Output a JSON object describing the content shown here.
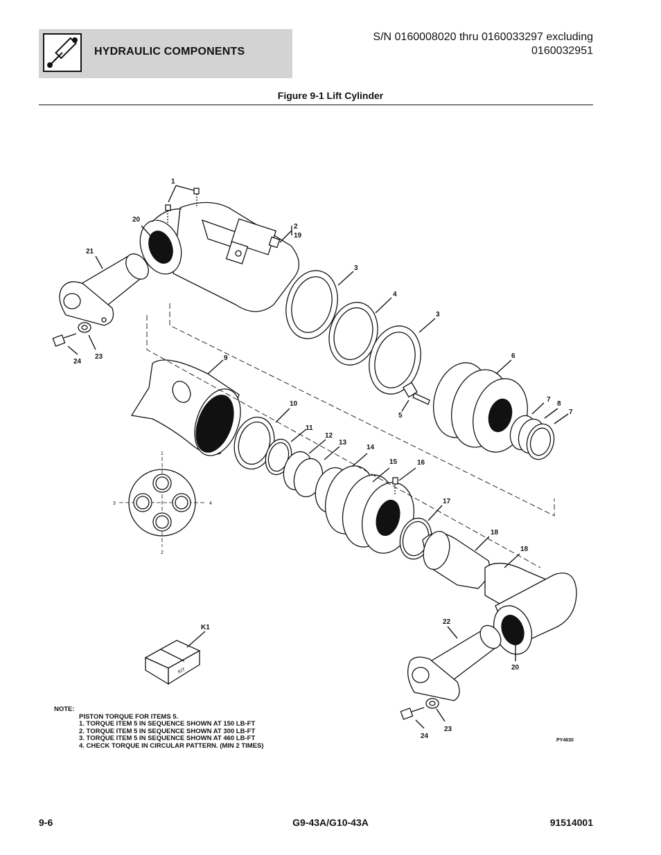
{
  "header": {
    "section_title": "HYDRAULIC COMPONENTS",
    "serial_line1": "S/N 0160008020 thru 0160033297 excluding",
    "serial_line2": "0160032951"
  },
  "figure": {
    "title": "Figure 9-1 Lift Cylinder",
    "ref_code": "PY4630",
    "kit_label": "KIT",
    "callouts": {
      "c1": "1",
      "c20a": "20",
      "c2": "2",
      "c19": "19",
      "c21": "21",
      "c3a": "3",
      "c4": "4",
      "c3b": "3",
      "c24a": "24",
      "c23a": "23",
      "c9": "9",
      "c6": "6",
      "c7a": "7",
      "c8": "8",
      "c7b": "7",
      "c5": "5",
      "c10": "10",
      "c11": "11",
      "c12": "12",
      "c13": "13",
      "c14": "14",
      "c15": "15",
      "c16": "16",
      "c17": "17",
      "c18a": "18",
      "c18b": "18",
      "cK1": "K1",
      "c22": "22",
      "c20b": "20",
      "c24b": "24",
      "c23b": "23"
    },
    "bolt_pattern": {
      "top": "1",
      "bottom": "2",
      "left": "3",
      "right": "4"
    }
  },
  "note": {
    "heading": "NOTE:",
    "line0": "PISTON TORQUE FOR ITEMS 5.",
    "line1": "1. TORQUE ITEM 5 IN SEQUENCE SHOWN AT 150 LB-FT",
    "line2": "2. TORQUE ITEM 5 IN SEQUENCE SHOWN AT 300 LB-FT",
    "line3": "3. TORQUE ITEM 5 IN SEQUENCE SHOWN AT 460 LB-FT",
    "line4": "4. CHECK TORQUE IN CIRCULAR PATTERN. (MIN 2 TIMES)"
  },
  "footer": {
    "page": "9-6",
    "model": "G9-43A/G10-43A",
    "doc_number": "91514001"
  }
}
